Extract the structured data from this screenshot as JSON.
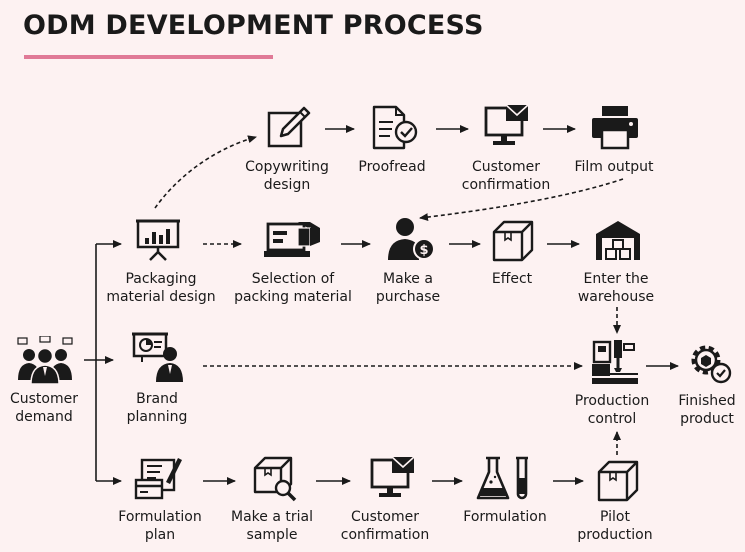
{
  "title": "ODM DEVELOPMENT PROCESS",
  "colors": {
    "accent": "#e07a97",
    "ink": "#1a1a1a",
    "background": "#fdf2f2"
  },
  "nodes": {
    "customer_demand": {
      "label": "Customer\ndemand",
      "icon": "customer-group-icon"
    },
    "copywriting_design": {
      "label": "Copywriting\ndesign",
      "icon": "pen-edit-icon"
    },
    "proofread": {
      "label": "Proofread",
      "icon": "document-check-icon"
    },
    "customer_confirmation_top": {
      "label": "Customer\nconfirmation",
      "icon": "computer-mail-icon"
    },
    "film_output": {
      "label": "Film output",
      "icon": "printer-icon"
    },
    "packaging_material_design": {
      "label": "Packaging\nmaterial design",
      "icon": "presentation-chart-icon"
    },
    "selection_packing_material": {
      "label": "Selection of\npacking material",
      "icon": "laptop-box-icon"
    },
    "make_purchase": {
      "label": "Make a\npurchase",
      "icon": "person-dollar-icon"
    },
    "effect": {
      "label": "Effect",
      "icon": "box-icon"
    },
    "enter_warehouse": {
      "label": "Enter the\nwarehouse",
      "icon": "warehouse-icon"
    },
    "brand_planning": {
      "label": "Brand\nplanning",
      "icon": "presenter-icon"
    },
    "production_control": {
      "label": "Production\ncontrol",
      "icon": "production-machine-icon"
    },
    "finished_product": {
      "label": "Finished\nproduct",
      "icon": "gear-check-icon"
    },
    "formulation_plan": {
      "label": "Formulation\nplan",
      "icon": "formula-card-icon"
    },
    "make_trial_sample": {
      "label": "Make a trial\nsample",
      "icon": "box-magnifier-icon"
    },
    "customer_confirmation_bottom": {
      "label": "Customer\nconfirmation",
      "icon": "computer-mail-icon"
    },
    "formulation": {
      "label": "Formulation",
      "icon": "lab-flask-icon"
    },
    "pilot_production": {
      "label": "Pilot\nproduction",
      "icon": "box-icon"
    }
  }
}
